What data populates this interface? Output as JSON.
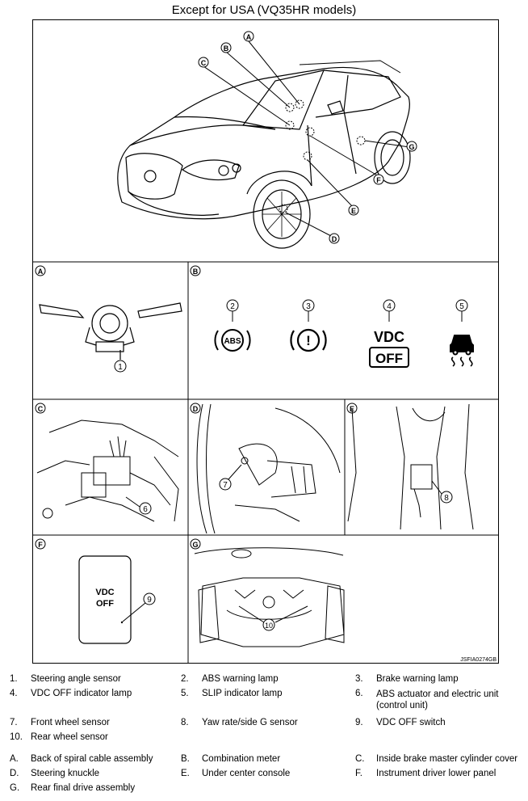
{
  "title": "Except for USA (VQ35HR models)",
  "image_code": "JSFIA0274GB",
  "panel_labels": [
    "A",
    "B",
    "C",
    "D",
    "E",
    "F",
    "G"
  ],
  "callouts": {
    "n1": "1",
    "n2": "2",
    "n3": "3",
    "n4": "4",
    "n5": "5",
    "n6": "6",
    "n7": "7",
    "n8": "8",
    "n9": "9",
    "n10": "10"
  },
  "indicators": {
    "abs": "ABS",
    "brake": "!",
    "vdc_line1": "VDC",
    "vdc_line2": "OFF"
  },
  "switch": {
    "line1": "VDC",
    "line2": "OFF"
  },
  "legend": {
    "items": [
      {
        "n": "1.",
        "t": "Steering angle sensor"
      },
      {
        "n": "2.",
        "t": "ABS warning lamp"
      },
      {
        "n": "3.",
        "t": "Brake warning lamp"
      },
      {
        "n": "4.",
        "t": "VDC OFF indicator lamp"
      },
      {
        "n": "5.",
        "t": "SLIP indicator lamp"
      },
      {
        "n": "6.",
        "t": "ABS actuator and electric unit (control unit)"
      },
      {
        "n": "7.",
        "t": "Front wheel sensor"
      },
      {
        "n": "8.",
        "t": "Yaw rate/side G sensor"
      },
      {
        "n": "9.",
        "t": "VDC OFF switch"
      },
      {
        "n": "10.",
        "t": "Rear wheel sensor"
      }
    ],
    "locations": [
      {
        "n": "A.",
        "t": "Back of spiral cable assembly"
      },
      {
        "n": "B.",
        "t": "Combination meter"
      },
      {
        "n": "C.",
        "t": "Inside brake master cylinder cover"
      },
      {
        "n": "D.",
        "t": "Steering knuckle"
      },
      {
        "n": "E.",
        "t": "Under center console"
      },
      {
        "n": "F.",
        "t": "Instrument driver lower panel"
      },
      {
        "n": "G.",
        "t": "Rear final drive assembly"
      }
    ]
  }
}
